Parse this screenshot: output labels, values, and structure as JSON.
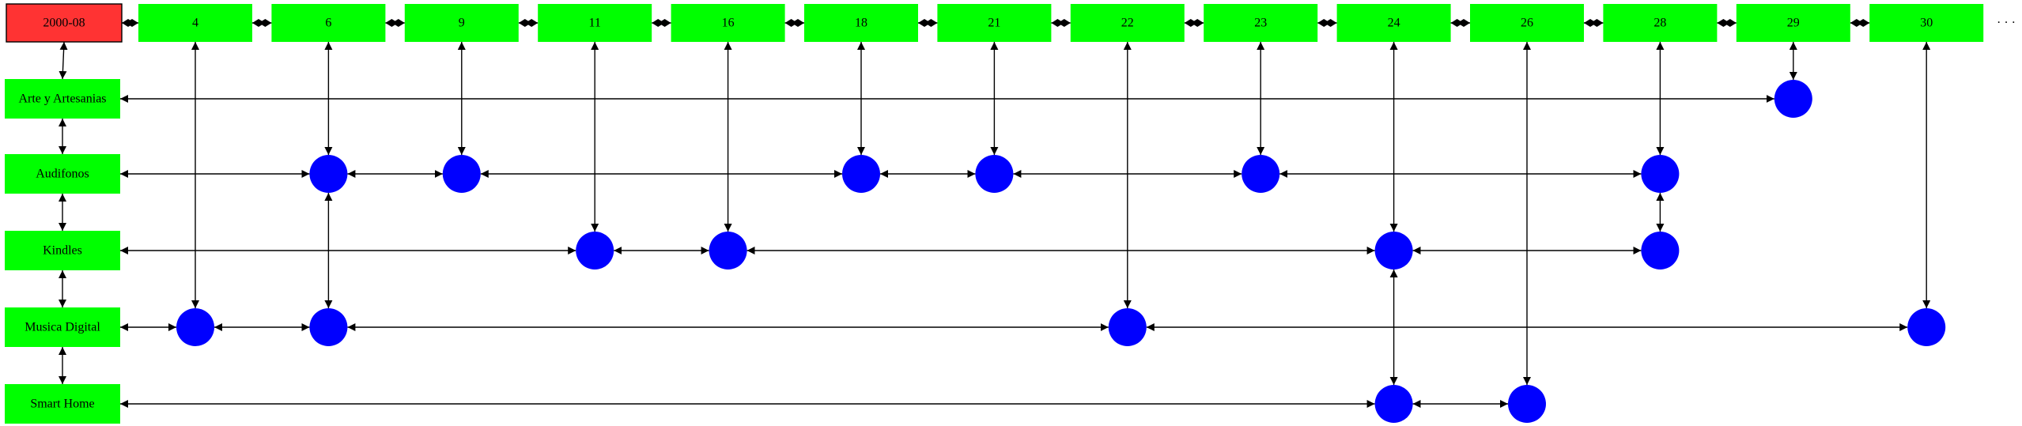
{
  "header": {
    "label": "2000-08",
    "fill": "#ff3333"
  },
  "days": [
    {
      "id": "d4",
      "label": "4"
    },
    {
      "id": "d6",
      "label": "6"
    },
    {
      "id": "d9",
      "label": "9"
    },
    {
      "id": "d11",
      "label": "11"
    },
    {
      "id": "d16",
      "label": "16"
    },
    {
      "id": "d18",
      "label": "18"
    },
    {
      "id": "d21",
      "label": "21"
    },
    {
      "id": "d22",
      "label": "22"
    },
    {
      "id": "d23",
      "label": "23"
    },
    {
      "id": "d24",
      "label": "24"
    },
    {
      "id": "d26",
      "label": "26"
    },
    {
      "id": "d28",
      "label": "28"
    },
    {
      "id": "d29",
      "label": "29"
    },
    {
      "id": "d30",
      "label": "30"
    }
  ],
  "categories": [
    {
      "id": "arte",
      "label": "Arte y Artesanias"
    },
    {
      "id": "audifonos",
      "label": "Audifonos"
    },
    {
      "id": "kindles",
      "label": "Kindles"
    },
    {
      "id": "musica",
      "label": "Musica Digital"
    },
    {
      "id": "smarthome",
      "label": "Smart Home"
    }
  ],
  "nodes": [
    {
      "category": "arte",
      "days": [
        "29"
      ]
    },
    {
      "category": "audifonos",
      "days": [
        "6",
        "9",
        "18",
        "21",
        "23",
        "28"
      ]
    },
    {
      "category": "kindles",
      "days": [
        "11",
        "16",
        "24",
        "28"
      ]
    },
    {
      "category": "musica",
      "days": [
        "4",
        "6",
        "22",
        "30"
      ]
    },
    {
      "category": "smarthome",
      "days": [
        "24",
        "26"
      ]
    }
  ],
  "ellipsis": "· · ·",
  "colors": {
    "day_box": "#00ff00",
    "category_box": "#00ff00",
    "node": "#0000ff",
    "edge": "#000000"
  }
}
